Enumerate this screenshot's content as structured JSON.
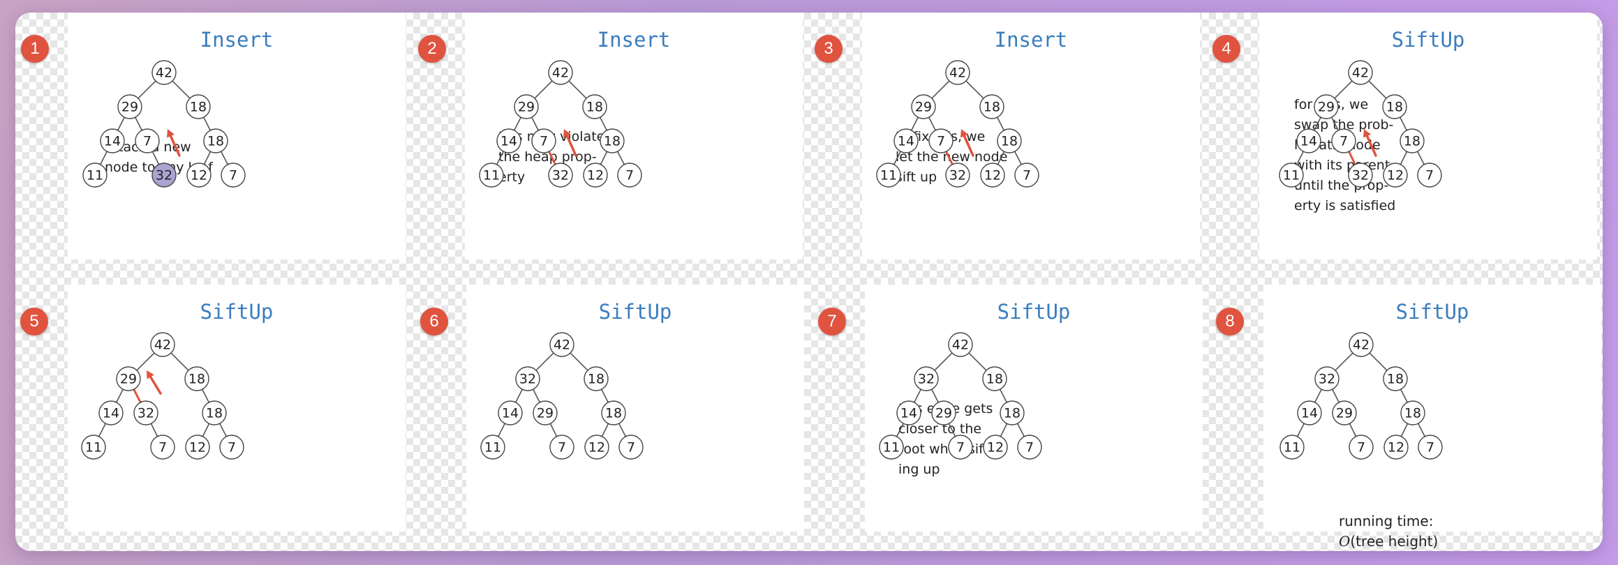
{
  "colors": {
    "badge": "#e0533f",
    "title": "#3a7dbf",
    "highlight_edge": "#e0533f",
    "new_node_fill": "#aaa4d2"
  },
  "slides": [
    {
      "badge": "1",
      "title": "Insert",
      "text": "attach a new\nnode to any leaf",
      "tree": [
        "42",
        "29",
        "18",
        "14",
        "7",
        "18",
        "11",
        "32",
        "12",
        "7"
      ],
      "new_node": true,
      "red_edge": "",
      "arrow": "c"
    },
    {
      "badge": "2",
      "title": "Insert",
      "text": "this may violate\nthe heap prop-\nerty",
      "tree": [
        "42",
        "29",
        "18",
        "14",
        "7",
        "18",
        "11",
        "32",
        "12",
        "7"
      ],
      "new_node": false,
      "red_edge": "c",
      "arrow": "c"
    },
    {
      "badge": "3",
      "title": "Insert",
      "text": "to fix this, we\nlet the new node\nsift up",
      "tree": [
        "42",
        "29",
        "18",
        "14",
        "7",
        "18",
        "11",
        "32",
        "12",
        "7"
      ],
      "new_node": false,
      "red_edge": "c",
      "arrow": "c"
    },
    {
      "badge": "4",
      "title": "SiftUp",
      "text": "for this, we\nswap the prob-\nlematic node\nwith its parent\nuntil the prop-\nerty is satisfied",
      "tree": [
        "42",
        "29",
        "18",
        "14",
        "7",
        "18",
        "11",
        "32",
        "12",
        "7"
      ],
      "new_node": false,
      "red_edge": "c",
      "arrow": "c"
    },
    {
      "badge": "5",
      "title": "SiftUp",
      "text": "",
      "tree": [
        "42",
        "29",
        "18",
        "14",
        "32",
        "18",
        "11",
        "7",
        "12",
        "7"
      ],
      "new_node": false,
      "red_edge": "b",
      "arrow": "b"
    },
    {
      "badge": "6",
      "title": "SiftUp",
      "text": "",
      "tree": [
        "42",
        "32",
        "18",
        "14",
        "29",
        "18",
        "11",
        "7",
        "12",
        "7"
      ],
      "new_node": false,
      "red_edge": "",
      "arrow": ""
    },
    {
      "badge": "7",
      "title": "SiftUp",
      "text": "this edge gets\ncloser to the\nroot while sift-\ning up",
      "tree": [
        "42",
        "32",
        "18",
        "14",
        "29",
        "18",
        "11",
        "7",
        "12",
        "7"
      ],
      "new_node": false,
      "red_edge": "",
      "arrow": ""
    },
    {
      "badge": "8",
      "title": "SiftUp",
      "text": "",
      "tree": [
        "42",
        "32",
        "18",
        "14",
        "29",
        "18",
        "11",
        "7",
        "12",
        "7"
      ],
      "new_node": false,
      "red_edge": "",
      "arrow": "",
      "footer_prefix": "running time:",
      "footer_math": "O",
      "footer_suffix": "(tree height)"
    }
  ]
}
